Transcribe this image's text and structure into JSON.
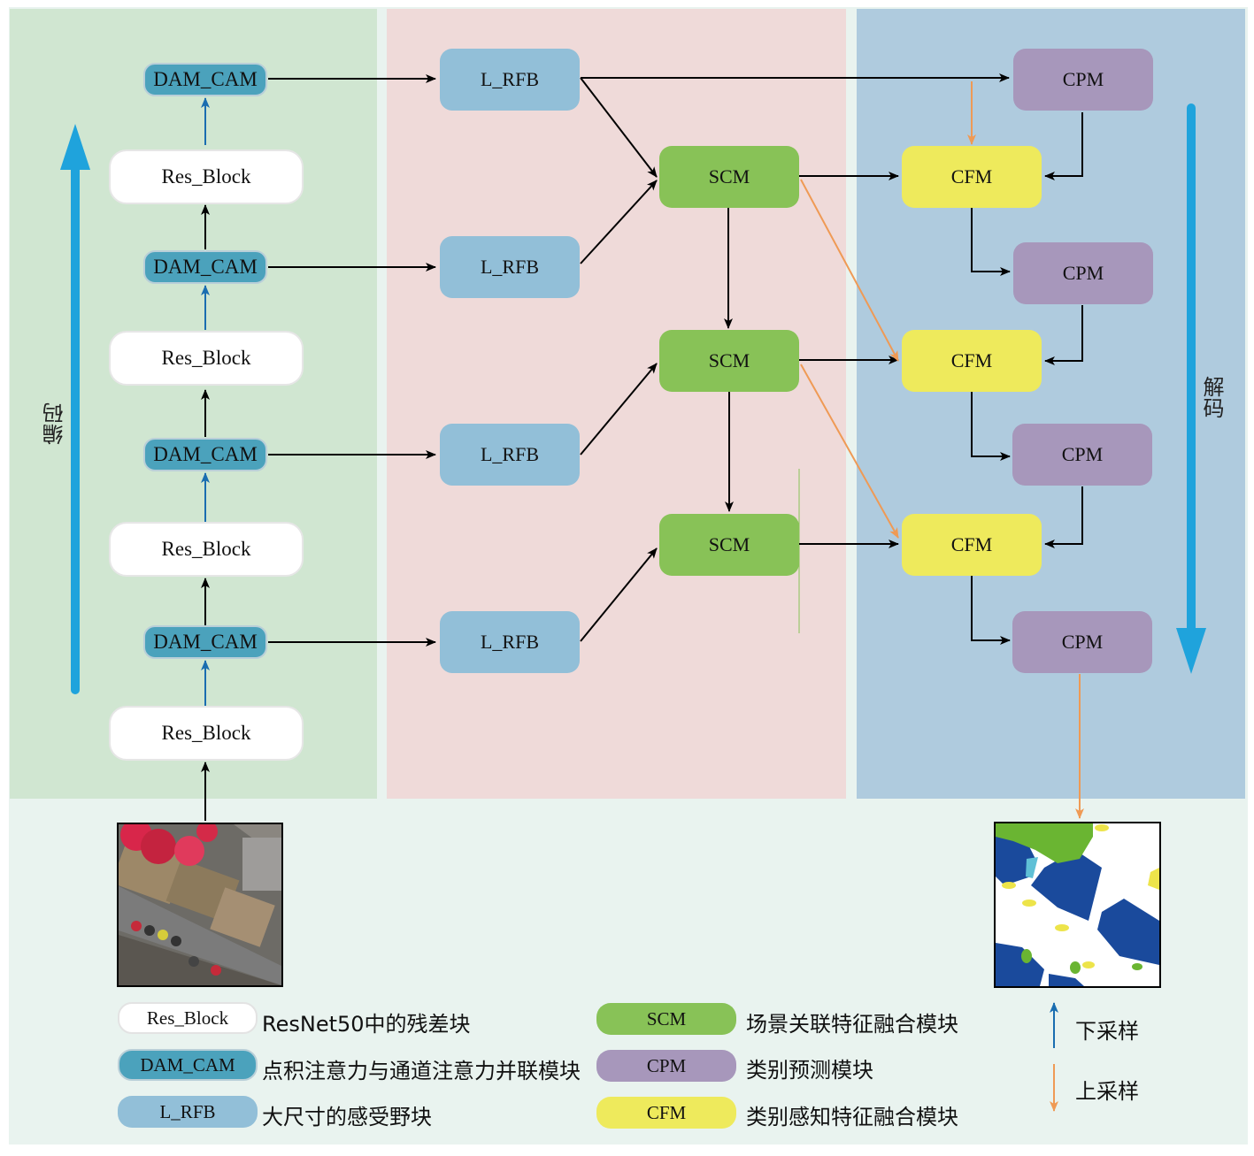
{
  "figure": {
    "encoder_label": "编码",
    "decoder_label": "解码",
    "input_image": "aerial-rgb-input-image",
    "output_image": "segmentation-output-map"
  },
  "encoder": {
    "nodes": [
      {
        "type": "DAM_CAM",
        "label": "DAM_CAM"
      },
      {
        "type": "Res_Block",
        "label": "Res_Block"
      },
      {
        "type": "DAM_CAM",
        "label": "DAM_CAM"
      },
      {
        "type": "Res_Block",
        "label": "Res_Block"
      },
      {
        "type": "DAM_CAM",
        "label": "DAM_CAM"
      },
      {
        "type": "Res_Block",
        "label": "Res_Block"
      },
      {
        "type": "DAM_CAM",
        "label": "DAM_CAM"
      },
      {
        "type": "Res_Block",
        "label": "Res_Block"
      }
    ]
  },
  "middle": {
    "lrfb": [
      "L_RFB",
      "L_RFB",
      "L_RFB",
      "L_RFB"
    ],
    "scm": [
      "SCM",
      "SCM",
      "SCM"
    ]
  },
  "decoder": {
    "cpm": [
      "CPM",
      "CPM",
      "CPM",
      "CPM"
    ],
    "cfm": [
      "CFM",
      "CFM",
      "CFM"
    ]
  },
  "legend": {
    "items": [
      {
        "chip": "Res_Block",
        "desc": "ResNet50中的残差块",
        "color": "#ffffff"
      },
      {
        "chip": "DAM_CAM",
        "desc": "点积注意力与通道注意力并联模块",
        "color": "#4ba2bc"
      },
      {
        "chip": "L_RFB",
        "desc": "大尺寸的感受野块",
        "color": "#92bfd8"
      },
      {
        "chip": "SCM",
        "desc": "场景关联特征融合模块",
        "color": "#88c257"
      },
      {
        "chip": "CPM",
        "desc": "类别预测模块",
        "color": "#a797bb"
      },
      {
        "chip": "CFM",
        "desc": "类别感知特征融合模块",
        "color": "#eeea5c"
      }
    ],
    "arrows": [
      {
        "desc": "下采样",
        "color": "#1a6db0",
        "direction": "up"
      },
      {
        "desc": "上采样",
        "color": "#ef9a55",
        "direction": "down"
      }
    ]
  },
  "colors": {
    "encoder_panel": "#d0e6d1",
    "middle_panel": "#efdad9",
    "decoder_panel": "#afcbde",
    "big_arrow": "#1fa3dc",
    "downsample_arrow": "#1a6db0",
    "upsample_arrow": "#ef9a55"
  }
}
